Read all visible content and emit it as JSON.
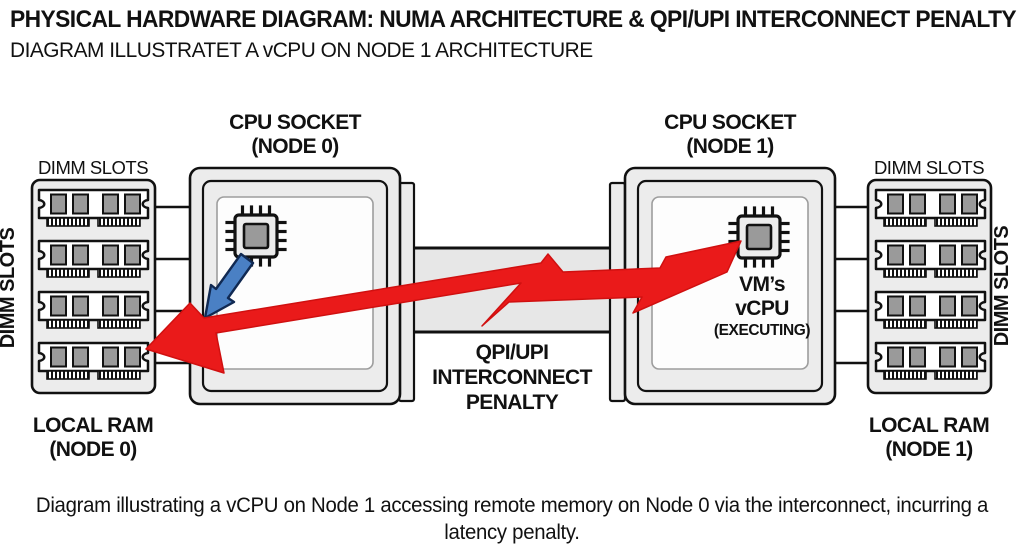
{
  "header": {
    "title": "PHYSICAL HARDWARE DIAGRAM: NUMA ARCHITECTURE & QPI/UPI INTERCONNECT PENALTY",
    "subtitle": "DIAGRAM ILLUSTRATET A vCPU ON NODE 1 ARCHITECTURE"
  },
  "node0": {
    "dimm_slots_top_label": "DIMM SLOTS",
    "dimm_slots_side_label": "DIMM SLOTS",
    "socket_label_line1": "CPU SOCKET",
    "socket_label_line2": "(NODE 0)",
    "ram_label_line1": "LOCAL RAM",
    "ram_label_line2": "(NODE 0)"
  },
  "node1": {
    "dimm_slots_top_label": "DIMM SLOTS",
    "dimm_slots_side_label": "DIMM SLOTS",
    "socket_label_line1": "CPU SOCKET",
    "socket_label_line2": "(NODE 1)",
    "vm_label_line1": "VM’s",
    "vm_label_line2": "vCPU",
    "vm_label_line3": "(EXECUTING)",
    "ram_label_line1": "LOCAL RAM",
    "ram_label_line2": "(NODE 1)"
  },
  "interconnect": {
    "label_line1": "QPI/UPI",
    "label_line2": "INTERCONNECT",
    "label_line3": "PENALTY"
  },
  "caption": {
    "line1": "Diagram illustrating a vCPU on Node 1 accessing remote memory on Node 0 via the interconnect, incurring a",
    "line2": "latency penalty."
  },
  "icons": {
    "cpu_chip": "cpu-chip-icon",
    "local_access_arrow": "local-access-arrow-icon",
    "remote_penalty_bolt": "qpi-penalty-bolt-icon"
  },
  "colors": {
    "penalty_red": "#ea1a1a",
    "arrow_blue": "#4a80c4",
    "arrow_blue_outline": "#102952",
    "panel_gray": "#ececec",
    "bus_gray": "#e7e7e7",
    "chip_gray": "#9a9a9a",
    "outline_black": "#111111"
  }
}
